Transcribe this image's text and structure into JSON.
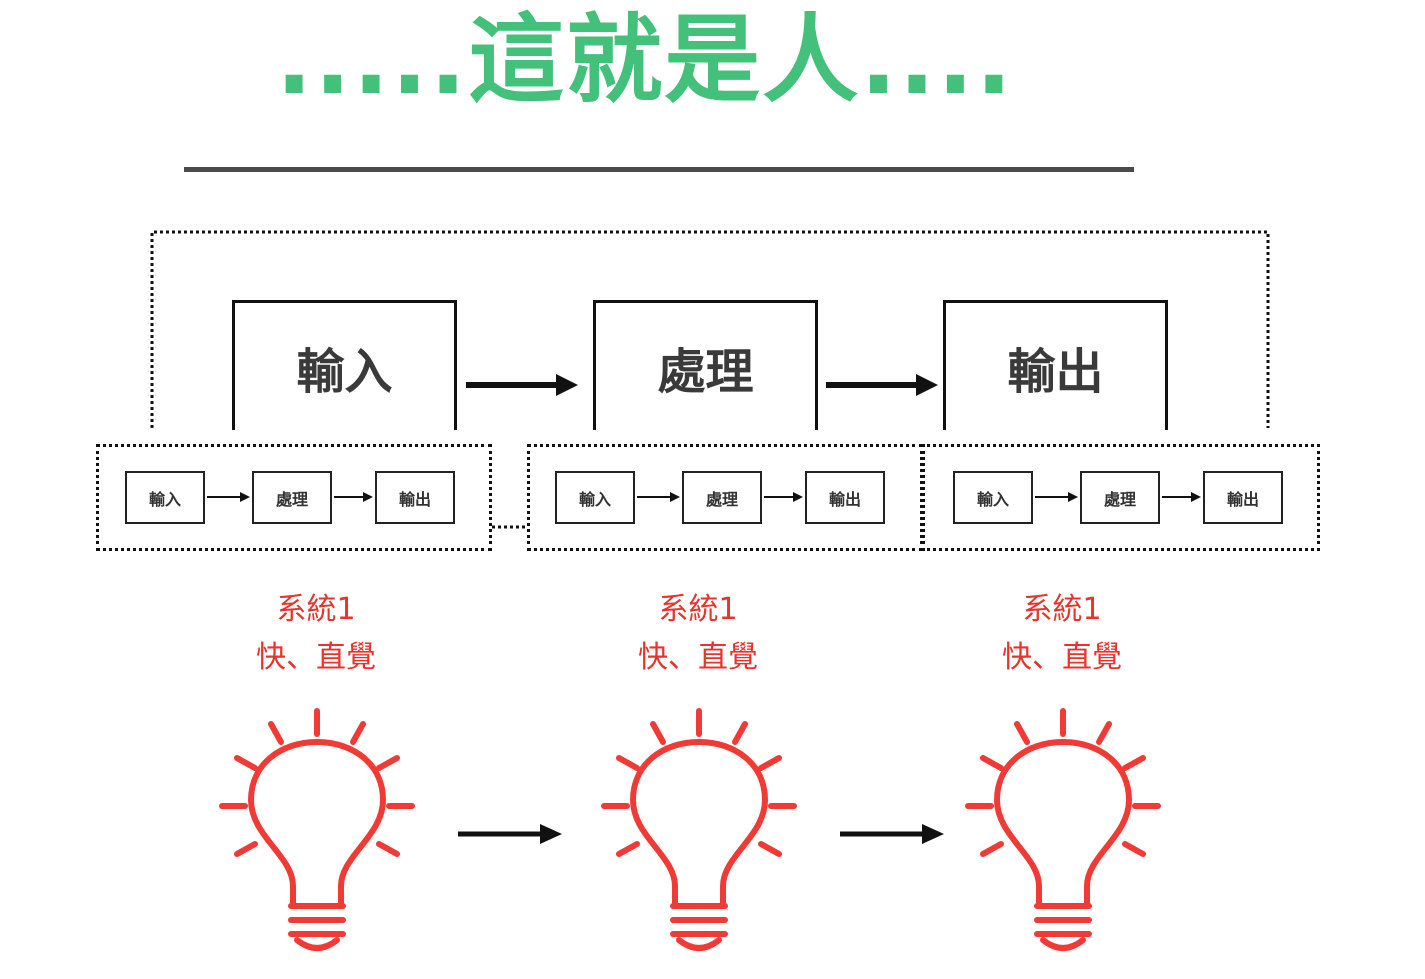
{
  "title": ".....這就是人....",
  "top_flow": {
    "boxes": [
      "輸入",
      "處理",
      "輸出"
    ]
  },
  "sub_systems": [
    {
      "boxes": [
        "輸入",
        "處理",
        "輸出"
      ]
    },
    {
      "boxes": [
        "輸入",
        "處理",
        "輸出"
      ]
    },
    {
      "boxes": [
        "輸入",
        "處理",
        "輸出"
      ]
    }
  ],
  "systems": [
    {
      "name": "系統1",
      "desc": "快、直覺"
    },
    {
      "name": "系統1",
      "desc": "快、直覺"
    },
    {
      "name": "系統1",
      "desc": "快、直覺"
    }
  ],
  "colors": {
    "title": "#43c07a",
    "accent_red": "#e8332c",
    "rule": "#4a4a4a"
  },
  "icons": [
    "lightbulb-icon",
    "lightbulb-icon",
    "lightbulb-icon"
  ]
}
